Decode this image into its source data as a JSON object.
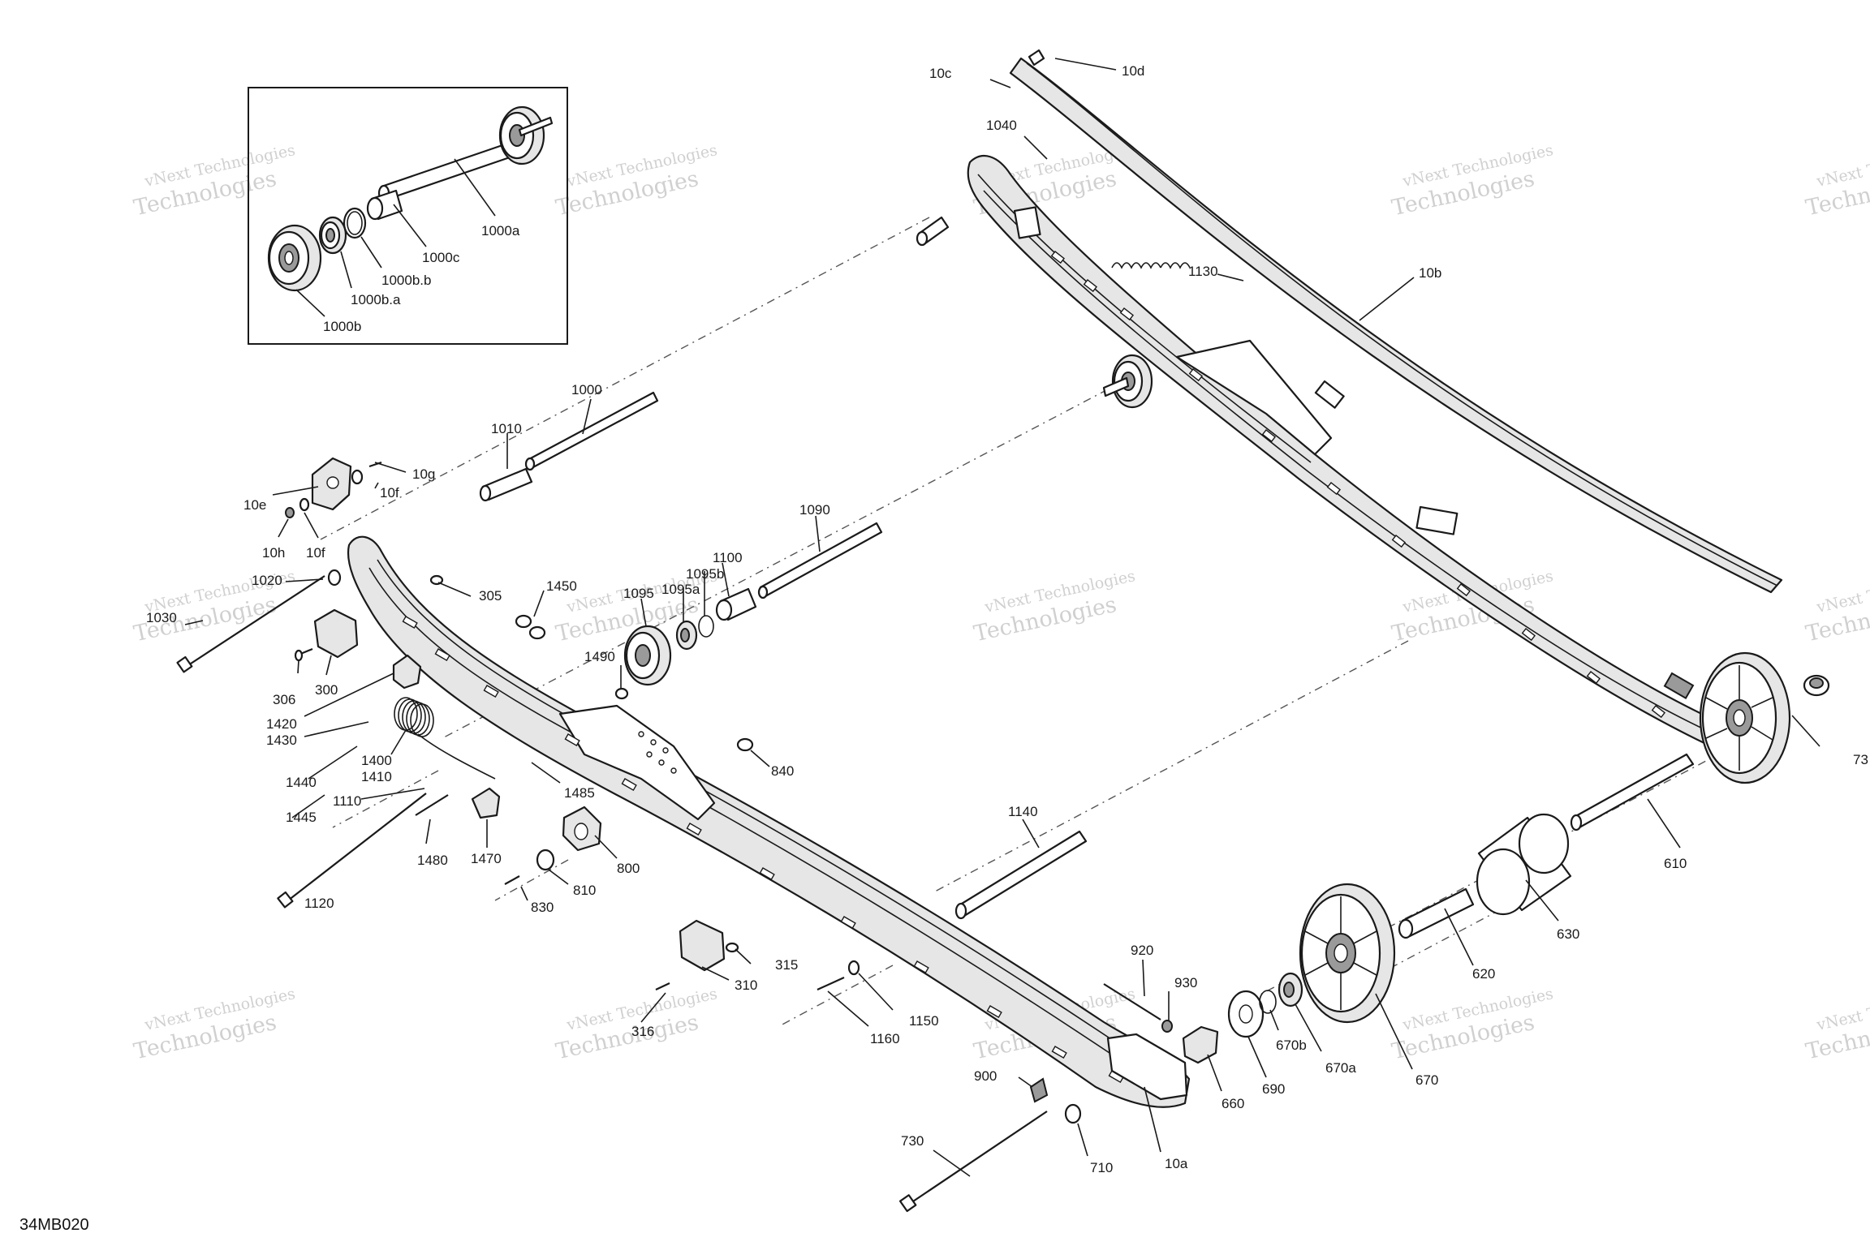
{
  "figure_ref": "34MB020",
  "watermark": {
    "line1": "vNext Technologies",
    "line2": "Technologies"
  },
  "callouts": [
    {
      "id": "c10c",
      "text": "10c"
    },
    {
      "id": "c10d",
      "text": "10d"
    },
    {
      "id": "c1040",
      "text": "1040"
    },
    {
      "id": "c1130",
      "text": "1130"
    },
    {
      "id": "c10b",
      "text": "10b"
    },
    {
      "id": "c1000a",
      "text": "1000a"
    },
    {
      "id": "c1000c",
      "text": "1000c"
    },
    {
      "id": "c1000bb",
      "text": "1000b.b"
    },
    {
      "id": "c1000ba",
      "text": "1000b.a"
    },
    {
      "id": "c1000b",
      "text": "1000b"
    },
    {
      "id": "c1000",
      "text": "1000"
    },
    {
      "id": "c1010",
      "text": "1010"
    },
    {
      "id": "c10g",
      "text": "10g"
    },
    {
      "id": "c10e",
      "text": "10e"
    },
    {
      "id": "c10f1",
      "text": "10f"
    },
    {
      "id": "c10h",
      "text": "10h"
    },
    {
      "id": "c10f2",
      "text": "10f"
    },
    {
      "id": "c1090",
      "text": "1090"
    },
    {
      "id": "c1020",
      "text": "1020"
    },
    {
      "id": "c305",
      "text": "305"
    },
    {
      "id": "c1450",
      "text": "1450"
    },
    {
      "id": "c1100",
      "text": "1100"
    },
    {
      "id": "c1095b",
      "text": "1095b"
    },
    {
      "id": "c1095a",
      "text": "1095a"
    },
    {
      "id": "c1095",
      "text": "1095"
    },
    {
      "id": "c1030",
      "text": "1030"
    },
    {
      "id": "c1490",
      "text": "1490"
    },
    {
      "id": "c306",
      "text": "306"
    },
    {
      "id": "c300",
      "text": "300"
    },
    {
      "id": "c1420",
      "text": "1420"
    },
    {
      "id": "c1430",
      "text": "1430"
    },
    {
      "id": "c1400",
      "text": "1400"
    },
    {
      "id": "c1410",
      "text": "1410"
    },
    {
      "id": "c1440",
      "text": "1440"
    },
    {
      "id": "c840",
      "text": "840"
    },
    {
      "id": "c1110",
      "text": "1110"
    },
    {
      "id": "c1485",
      "text": "1485"
    },
    {
      "id": "c1445",
      "text": "1445"
    },
    {
      "id": "c1480",
      "text": "1480"
    },
    {
      "id": "c1470",
      "text": "1470"
    },
    {
      "id": "c800",
      "text": "800"
    },
    {
      "id": "c1140",
      "text": "1140"
    },
    {
      "id": "c1120",
      "text": "1120"
    },
    {
      "id": "c810",
      "text": "810"
    },
    {
      "id": "c830",
      "text": "830"
    },
    {
      "id": "c610",
      "text": "610"
    },
    {
      "id": "c73",
      "text": "73"
    },
    {
      "id": "c630",
      "text": "630"
    },
    {
      "id": "c620",
      "text": "620"
    },
    {
      "id": "c315a",
      "text": "315"
    },
    {
      "id": "c310",
      "text": "310"
    },
    {
      "id": "c316",
      "text": "316"
    },
    {
      "id": "c920",
      "text": "920"
    },
    {
      "id": "c930",
      "text": "930"
    },
    {
      "id": "c1150",
      "text": "1150"
    },
    {
      "id": "c1160",
      "text": "1160"
    },
    {
      "id": "c670b",
      "text": "670b"
    },
    {
      "id": "c670a",
      "text": "670a"
    },
    {
      "id": "c670",
      "text": "670"
    },
    {
      "id": "c690",
      "text": "690"
    },
    {
      "id": "c660",
      "text": "660"
    },
    {
      "id": "c900",
      "text": "900"
    },
    {
      "id": "c730",
      "text": "730"
    },
    {
      "id": "c710",
      "text": "710"
    },
    {
      "id": "c10a",
      "text": "10a"
    }
  ]
}
